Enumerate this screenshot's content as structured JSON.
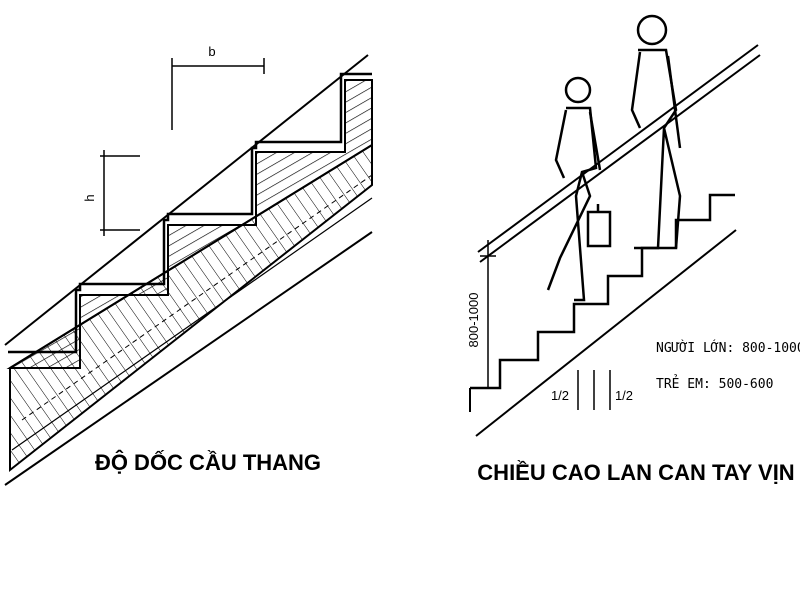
{
  "left_figure": {
    "caption": "ĐỘ DỐC CẦU THANG",
    "dim_b": "b",
    "dim_h": "h"
  },
  "right_figure": {
    "caption": "CHIỀU CAO LAN CAN TAY VỊN",
    "height_range": "800-1000",
    "adult_note": "NGƯỜI LỚN: 800-1000",
    "child_note": "TRẺ EM: 500-600",
    "half_left": "1/2",
    "half_right": "1/2"
  },
  "colors": {
    "ink": "#000000",
    "background": "#ffffff"
  }
}
